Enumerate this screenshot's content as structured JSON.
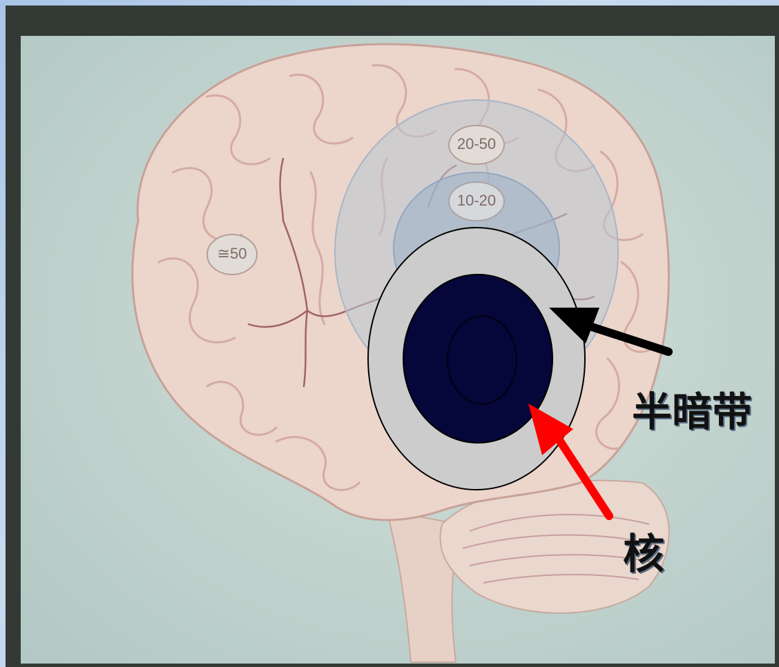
{
  "diagram": {
    "zones": [
      {
        "id": "outer",
        "label": "≅50"
      },
      {
        "id": "middle",
        "label": "20-50"
      },
      {
        "id": "inner",
        "label": "10-20"
      }
    ],
    "labels": {
      "penumbra": "半暗带",
      "core": "核"
    },
    "colors": {
      "core": "#05063a",
      "penumbra": "#cccccc",
      "penumbra_arrow": "#000000",
      "core_arrow": "#ff0000",
      "brain": "#ead4c9",
      "vessel": "#9a5f66"
    }
  }
}
